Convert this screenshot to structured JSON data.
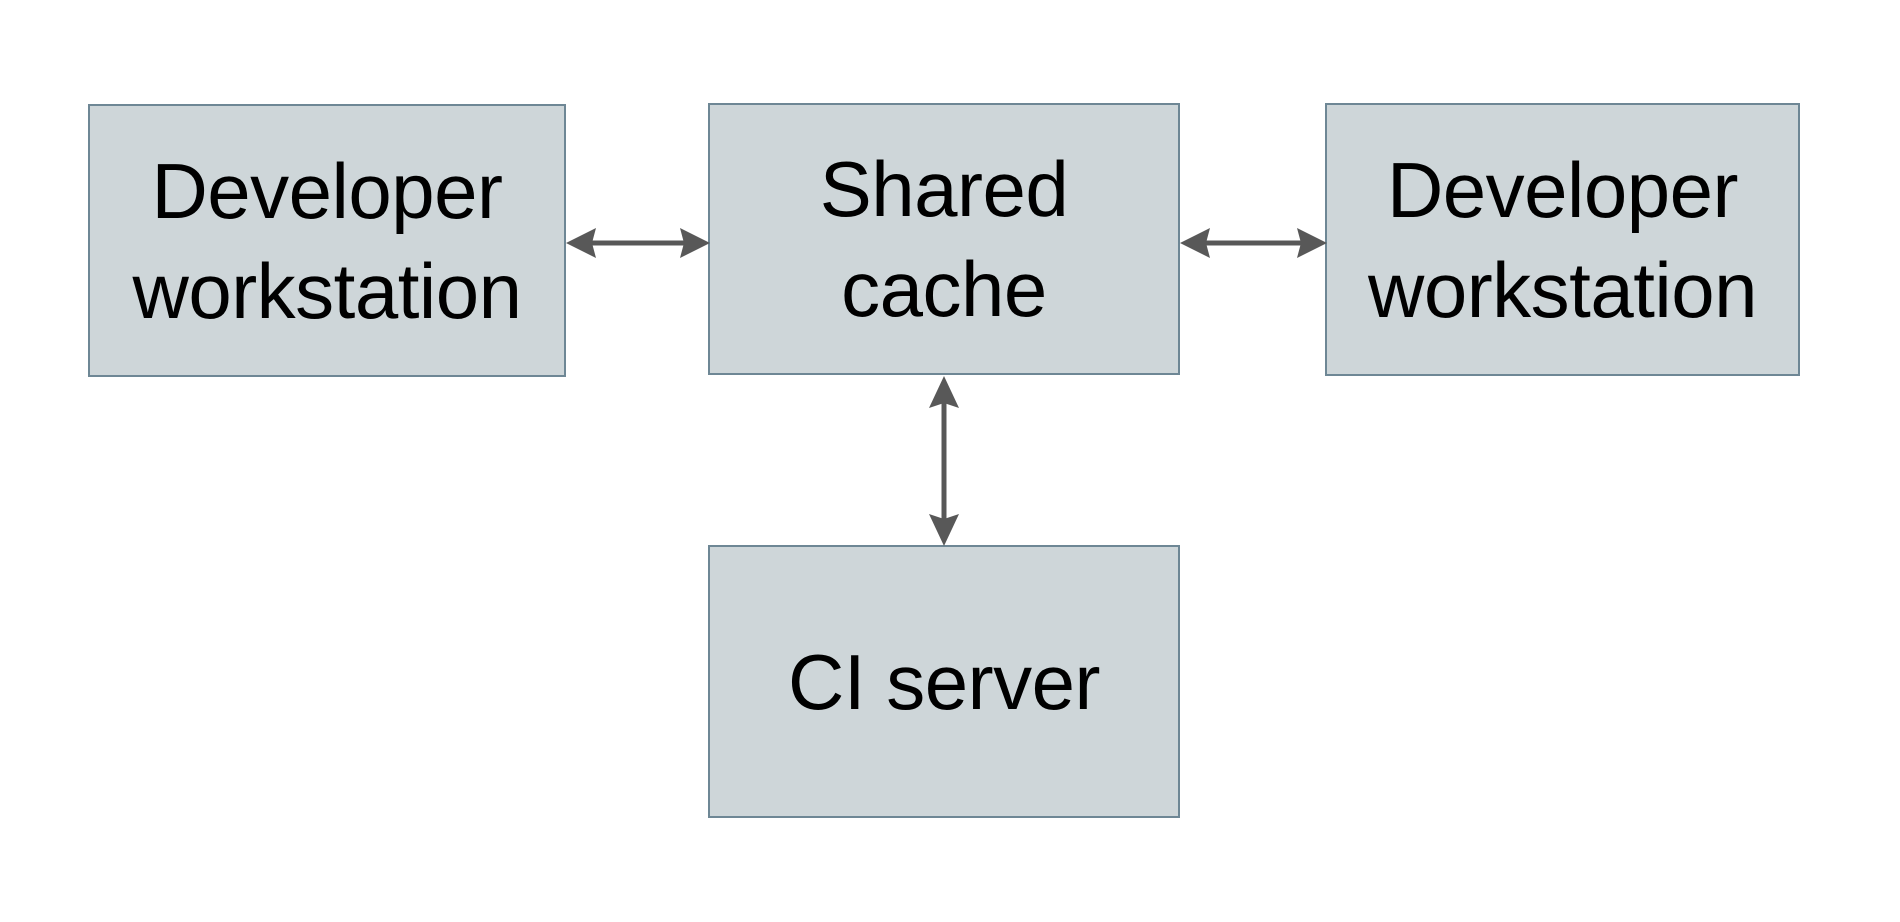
{
  "diagram": {
    "type": "block-diagram",
    "background_color": "#ffffff",
    "node_fill_color": "#ced6d9",
    "node_border_color": "#6e8795",
    "edge_color": "#585858",
    "label_color": "#000000",
    "nodes": [
      {
        "id": "dev-left",
        "label": "Developer\nworkstation",
        "lines": [
          "Developer",
          "workstation"
        ]
      },
      {
        "id": "shared-cache",
        "label": "Shared\ncache",
        "lines": [
          "Shared",
          "cache"
        ]
      },
      {
        "id": "dev-right",
        "label": "Developer\nworkstation",
        "lines": [
          "Developer",
          "workstation"
        ]
      },
      {
        "id": "ci-server",
        "label": "CI server",
        "lines": [
          "CI server"
        ]
      }
    ],
    "edges": [
      {
        "id": "edge-left",
        "from": "dev-left",
        "to": "shared-cache",
        "direction": "bidirectional",
        "orientation": "horizontal"
      },
      {
        "id": "edge-right",
        "from": "shared-cache",
        "to": "dev-right",
        "direction": "bidirectional",
        "orientation": "horizontal"
      },
      {
        "id": "edge-bottom",
        "from": "shared-cache",
        "to": "ci-server",
        "direction": "bidirectional",
        "orientation": "vertical"
      }
    ]
  }
}
